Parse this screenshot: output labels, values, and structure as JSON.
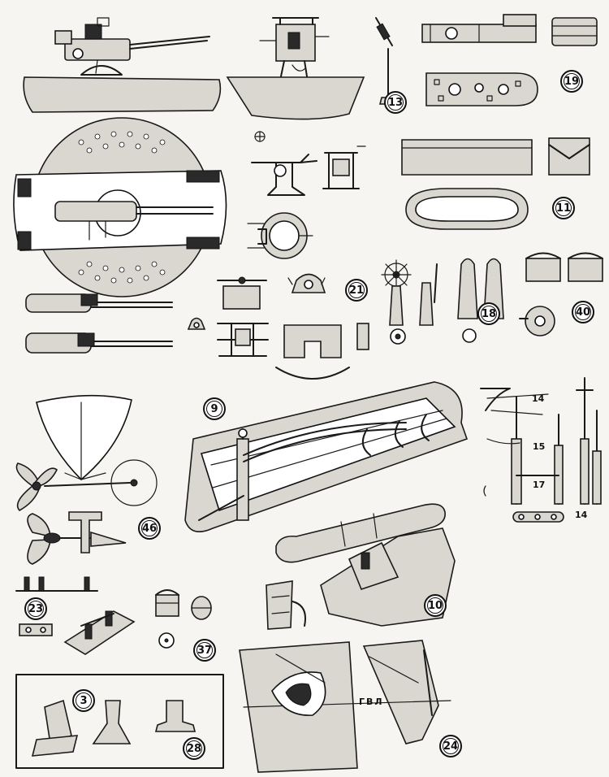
{
  "badges": [
    {
      "id": "b13",
      "text": "13"
    },
    {
      "id": "b19",
      "text": "19"
    },
    {
      "id": "b11",
      "text": "11"
    },
    {
      "id": "b21",
      "text": "21"
    },
    {
      "id": "b18",
      "text": "18"
    },
    {
      "id": "b40",
      "text": "40"
    },
    {
      "id": "b9",
      "text": "9"
    },
    {
      "id": "b46",
      "text": "46"
    },
    {
      "id": "b10",
      "text": "10"
    },
    {
      "id": "b23",
      "text": "23"
    },
    {
      "id": "b37",
      "text": "37"
    },
    {
      "id": "b3",
      "text": "3"
    },
    {
      "id": "b28",
      "text": "28"
    },
    {
      "id": "b24",
      "text": "24"
    }
  ],
  "mast_labels": [
    {
      "id": "m14a",
      "text": "14"
    },
    {
      "id": "m15",
      "text": "15"
    },
    {
      "id": "m17",
      "text": "17"
    },
    {
      "id": "m14b",
      "text": "14"
    }
  ],
  "waterline_label": "ГВЛ",
  "line_color": "#1a1a1a",
  "paper_color": "#f6f5f1"
}
